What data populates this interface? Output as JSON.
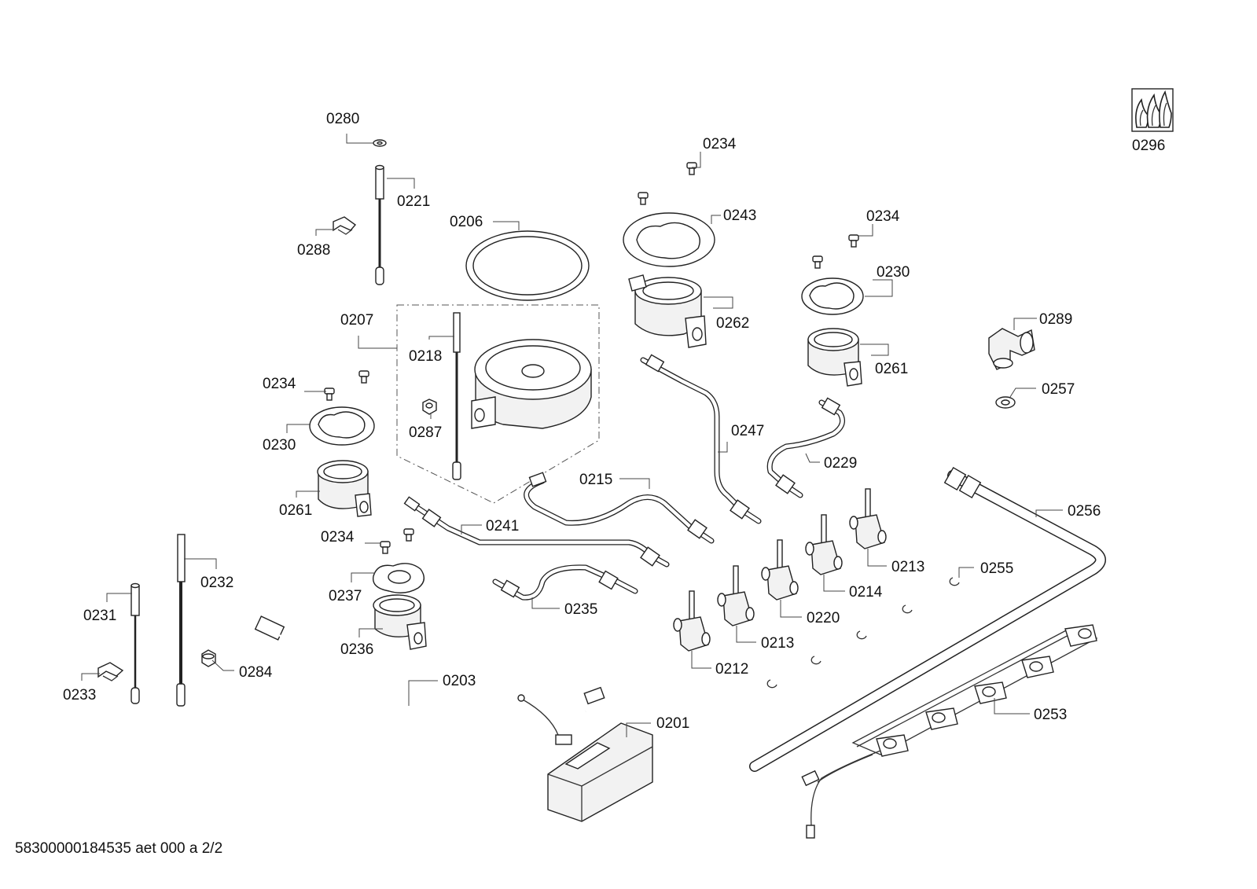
{
  "callouts": [
    {
      "id": "c0280",
      "text": "0280"
    },
    {
      "id": "c0221",
      "text": "0221"
    },
    {
      "id": "c0288",
      "text": "0288"
    },
    {
      "id": "c0206",
      "text": "0206"
    },
    {
      "id": "c0207",
      "text": "0207"
    },
    {
      "id": "c0218",
      "text": "0218"
    },
    {
      "id": "c0287",
      "text": "0287"
    },
    {
      "id": "c0234a",
      "text": "0234"
    },
    {
      "id": "c0230a",
      "text": "0230"
    },
    {
      "id": "c0261a",
      "text": "0261"
    },
    {
      "id": "c0234b",
      "text": "0234"
    },
    {
      "id": "c0237",
      "text": "0237"
    },
    {
      "id": "c0236",
      "text": "0236"
    },
    {
      "id": "c0232",
      "text": "0232"
    },
    {
      "id": "c0231",
      "text": "0231"
    },
    {
      "id": "c0233",
      "text": "0233"
    },
    {
      "id": "c0284",
      "text": "0284"
    },
    {
      "id": "c0203",
      "text": "0203"
    },
    {
      "id": "c0201",
      "text": "0201"
    },
    {
      "id": "c0241",
      "text": "0241"
    },
    {
      "id": "c0215",
      "text": "0215"
    },
    {
      "id": "c0235",
      "text": "0235"
    },
    {
      "id": "c0234c",
      "text": "0234"
    },
    {
      "id": "c0243",
      "text": "0243"
    },
    {
      "id": "c0262",
      "text": "0262"
    },
    {
      "id": "c0247",
      "text": "0247"
    },
    {
      "id": "c0234d",
      "text": "0234"
    },
    {
      "id": "c0230b",
      "text": "0230"
    },
    {
      "id": "c0261b",
      "text": "0261"
    },
    {
      "id": "c0229",
      "text": "0229"
    },
    {
      "id": "c0289",
      "text": "0289"
    },
    {
      "id": "c0257",
      "text": "0257"
    },
    {
      "id": "c0256",
      "text": "0256"
    },
    {
      "id": "c0255",
      "text": "0255"
    },
    {
      "id": "c0213a",
      "text": "0213"
    },
    {
      "id": "c0214",
      "text": "0214"
    },
    {
      "id": "c0220",
      "text": "0220"
    },
    {
      "id": "c0213b",
      "text": "0213"
    },
    {
      "id": "c0212",
      "text": "0212"
    },
    {
      "id": "c0253",
      "text": "0253"
    },
    {
      "id": "c0296",
      "text": "0296"
    }
  ],
  "footer": {
    "text": "58300000184535 aet 000 a 2/2"
  },
  "icons": {
    "flame_badge": "flame-logo-icon"
  }
}
